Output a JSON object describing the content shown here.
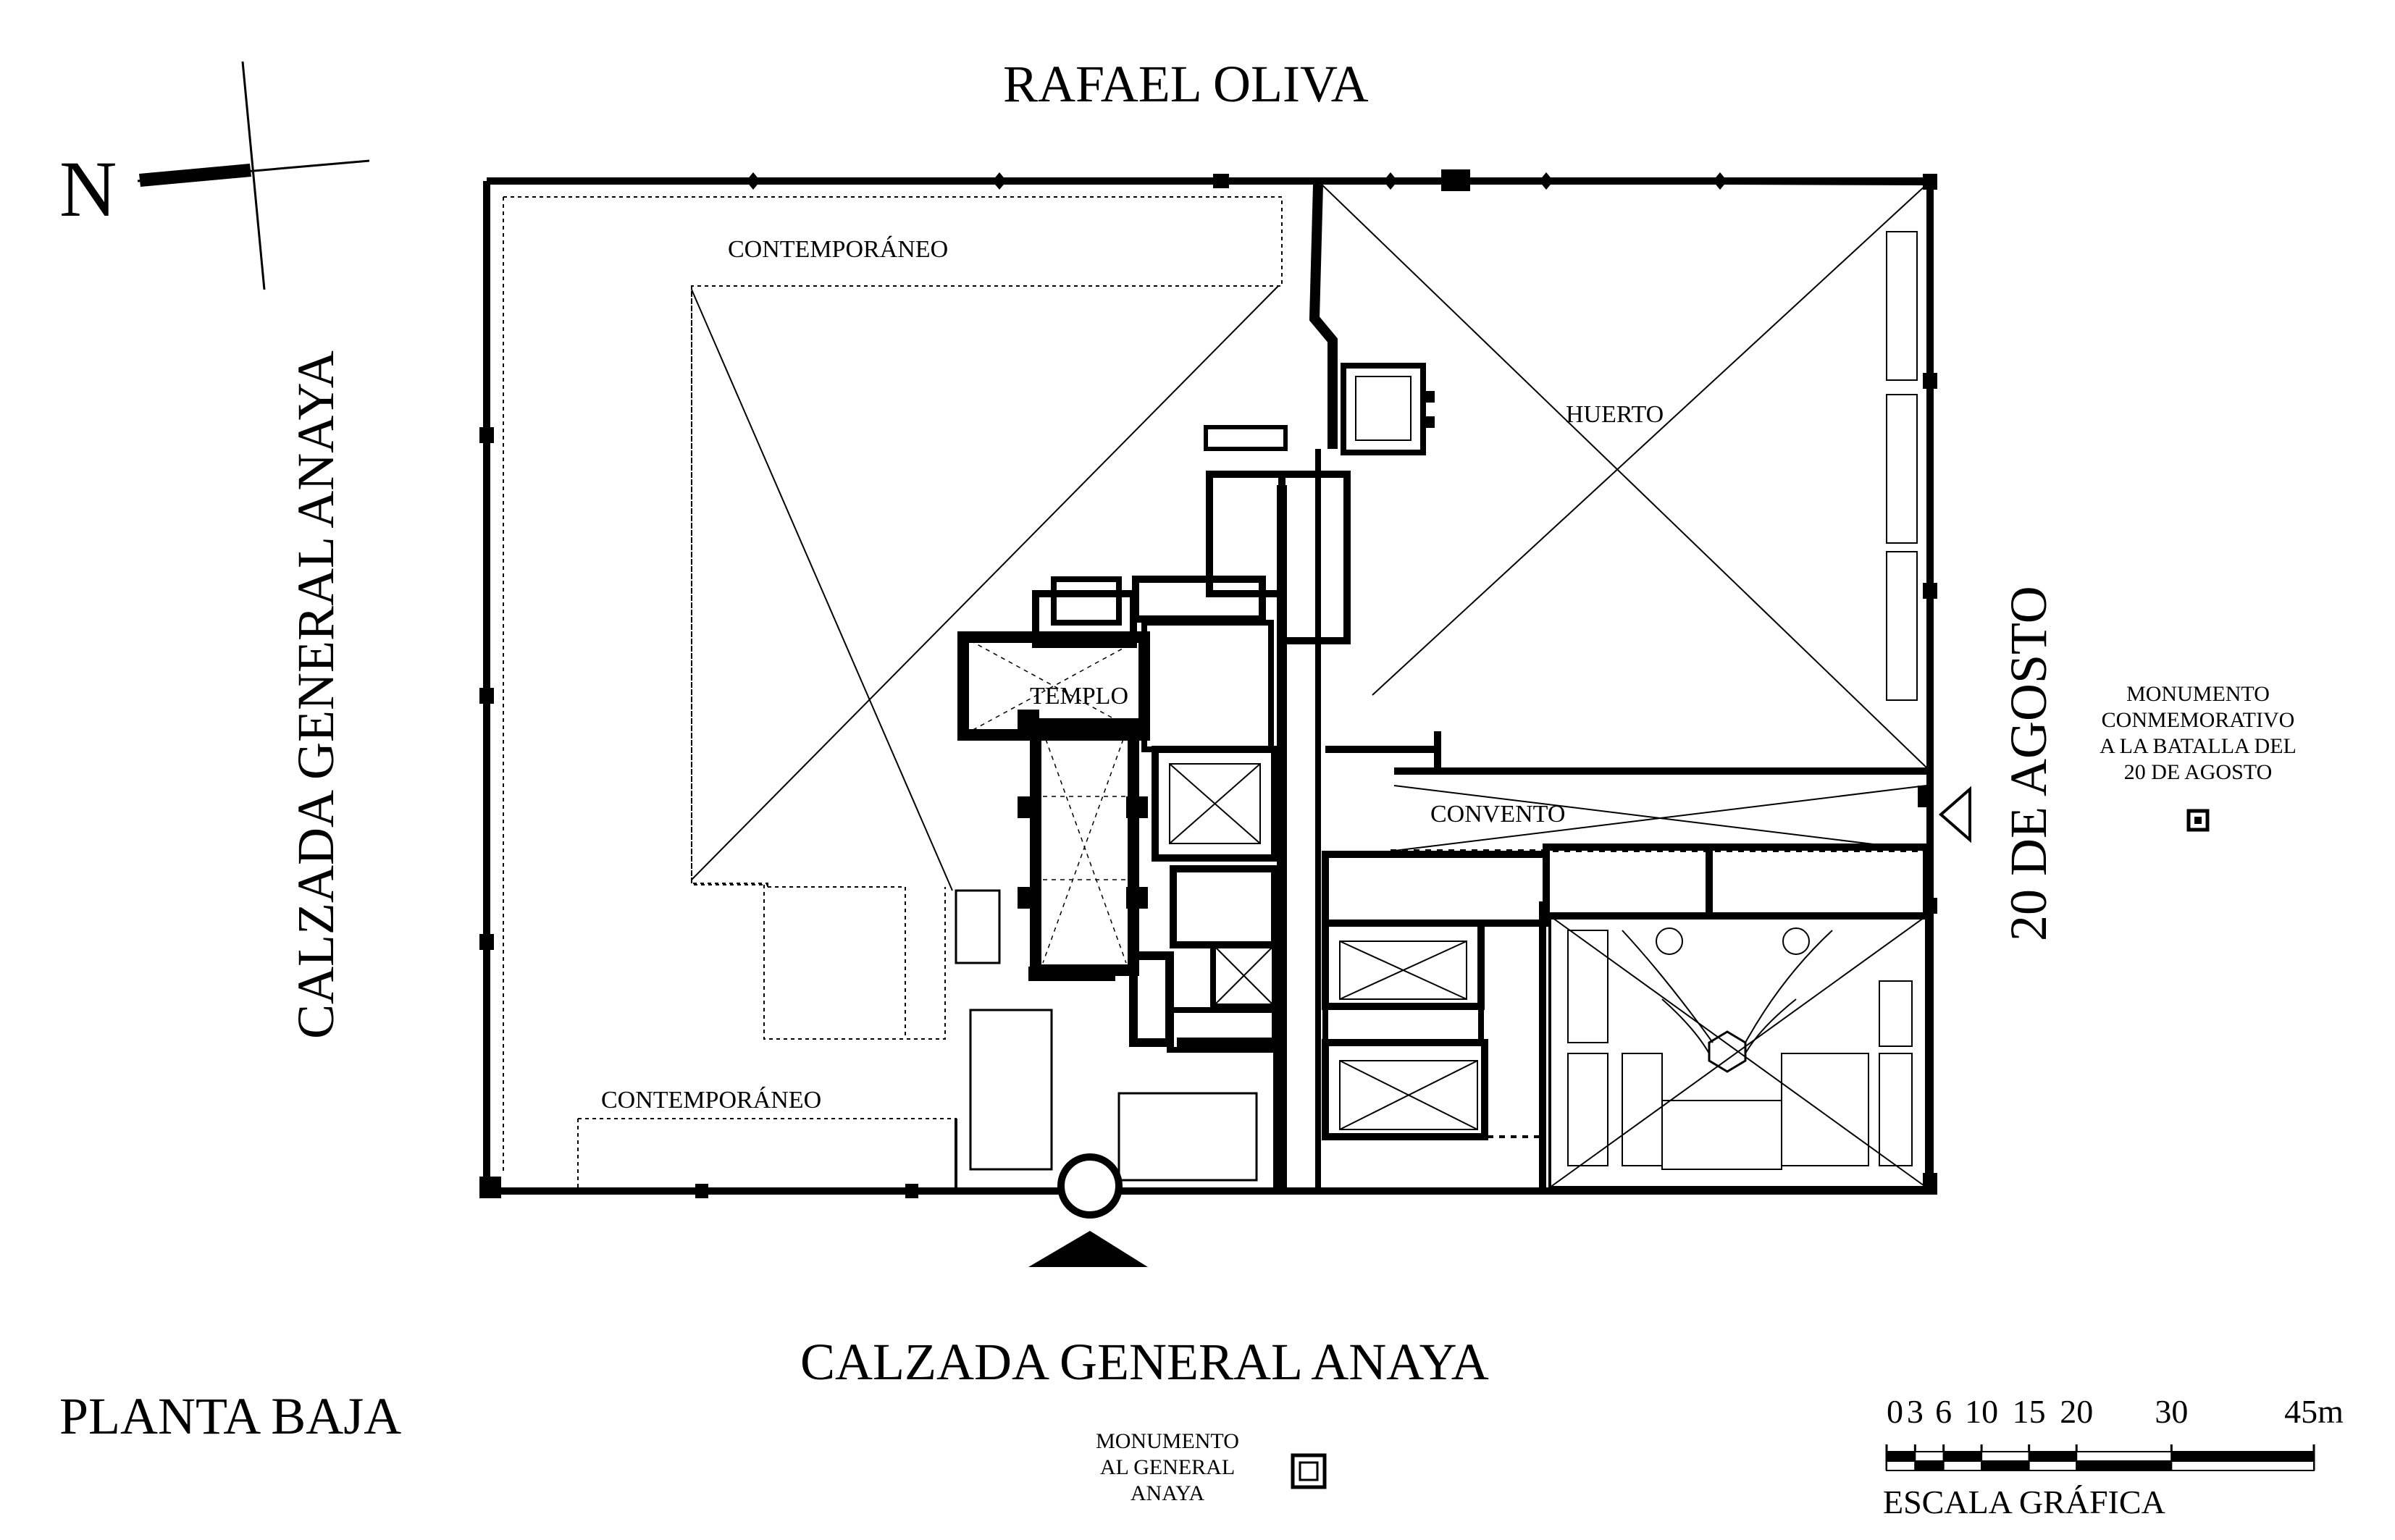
{
  "north": {
    "label": "N"
  },
  "streets": {
    "north": "RAFAEL OLIVA",
    "west": "CALZADA GENERAL ANAYA",
    "south": "CALZADA GENERAL ANAYA",
    "east": "20 DE AGOSTO"
  },
  "zones": {
    "contemporaneo_top": "CONTEMPORÁNEO",
    "contemporaneo_bottom": "CONTEMPORÁNEO",
    "huerto": "HUERTO",
    "templo": "TEMPLO",
    "convento": "CONVENTO"
  },
  "monuments": {
    "batalla": [
      "MONUMENTO",
      "CONMEMORATIVO",
      "A LA BATALLA DEL",
      "20 DE AGOSTO"
    ],
    "anaya": [
      "MONUMENTO",
      "AL GENERAL",
      "ANAYA"
    ]
  },
  "title": "PLANTA BAJA",
  "scale_bar": {
    "ticks": [
      "0",
      "3",
      "6",
      "10",
      "15",
      "20",
      "30",
      "45m"
    ],
    "ticks_m": [
      0,
      3,
      6,
      10,
      15,
      20,
      30,
      45
    ],
    "label": "ESCALA GRÁFICA"
  }
}
